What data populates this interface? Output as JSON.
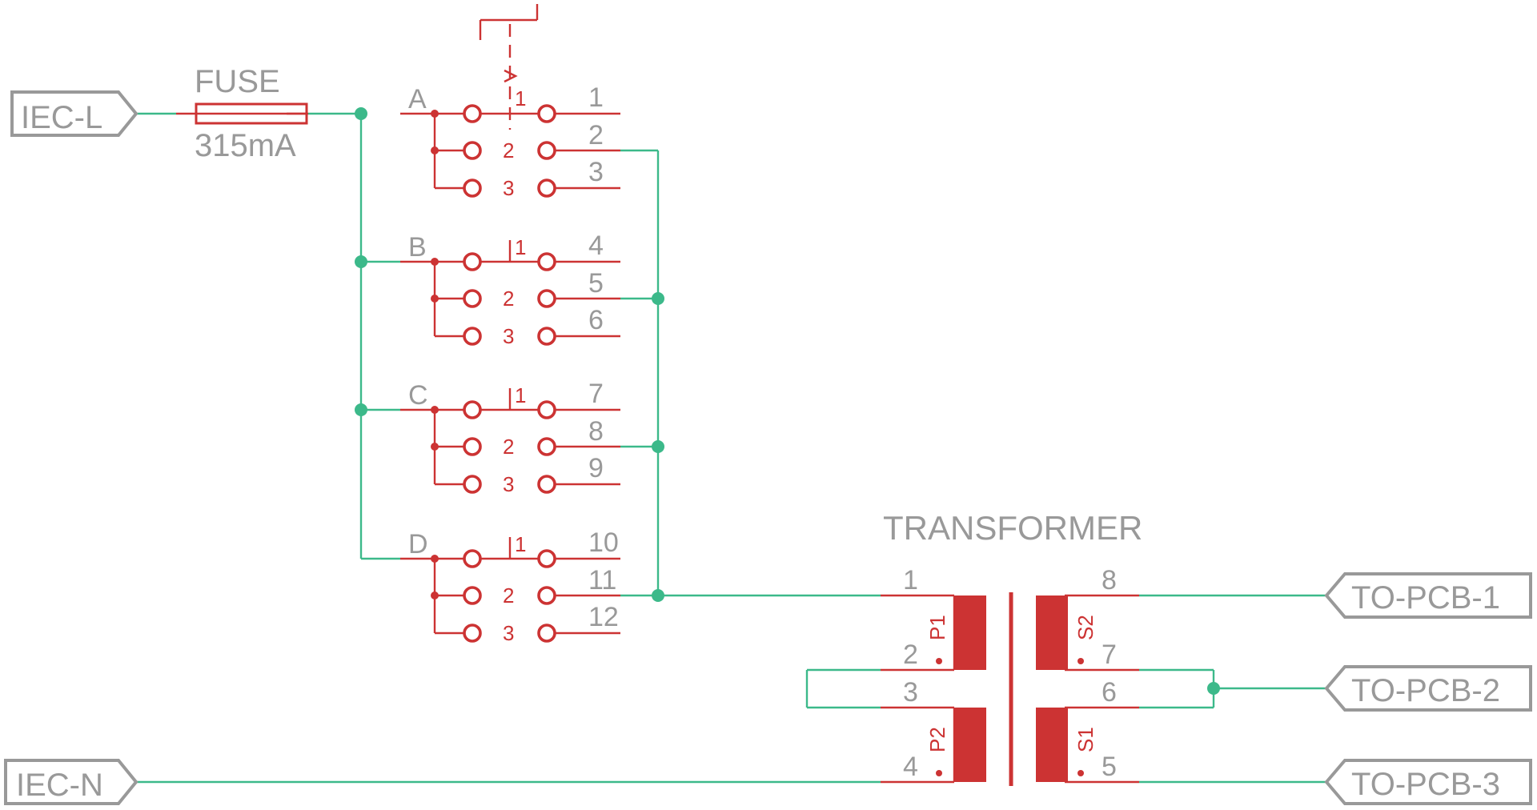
{
  "ports": {
    "iec_l": "IEC-L",
    "iec_n": "IEC-N",
    "to_pcb_1": "TO-PCB-1",
    "to_pcb_2": "TO-PCB-2",
    "to_pcb_3": "TO-PCB-3"
  },
  "fuse": {
    "name": "FUSE",
    "value": "315mA"
  },
  "switch": {
    "poles": [
      {
        "letter": "A",
        "positions": [
          "1",
          "2",
          "3"
        ],
        "terminals": [
          "1",
          "2",
          "3"
        ]
      },
      {
        "letter": "B",
        "positions": [
          "1",
          "2",
          "3"
        ],
        "terminals": [
          "4",
          "5",
          "6"
        ]
      },
      {
        "letter": "C",
        "positions": [
          "1",
          "2",
          "3"
        ],
        "terminals": [
          "7",
          "8",
          "9"
        ]
      },
      {
        "letter": "D",
        "positions": [
          "1",
          "2",
          "3"
        ],
        "terminals": [
          "10",
          "11",
          "12"
        ]
      }
    ]
  },
  "transformer": {
    "title": "TRANSFORMER",
    "pins": {
      "p1": "1",
      "p2": "2",
      "p3": "3",
      "p4": "4",
      "s5": "5",
      "s6": "6",
      "s7": "7",
      "s8": "8"
    },
    "windings": {
      "p1": "P1",
      "p2": "P2",
      "s1": "S1",
      "s2": "S2"
    }
  },
  "colors": {
    "wire": "#3cb98a",
    "component": "#cc3333",
    "label": "#999999"
  }
}
